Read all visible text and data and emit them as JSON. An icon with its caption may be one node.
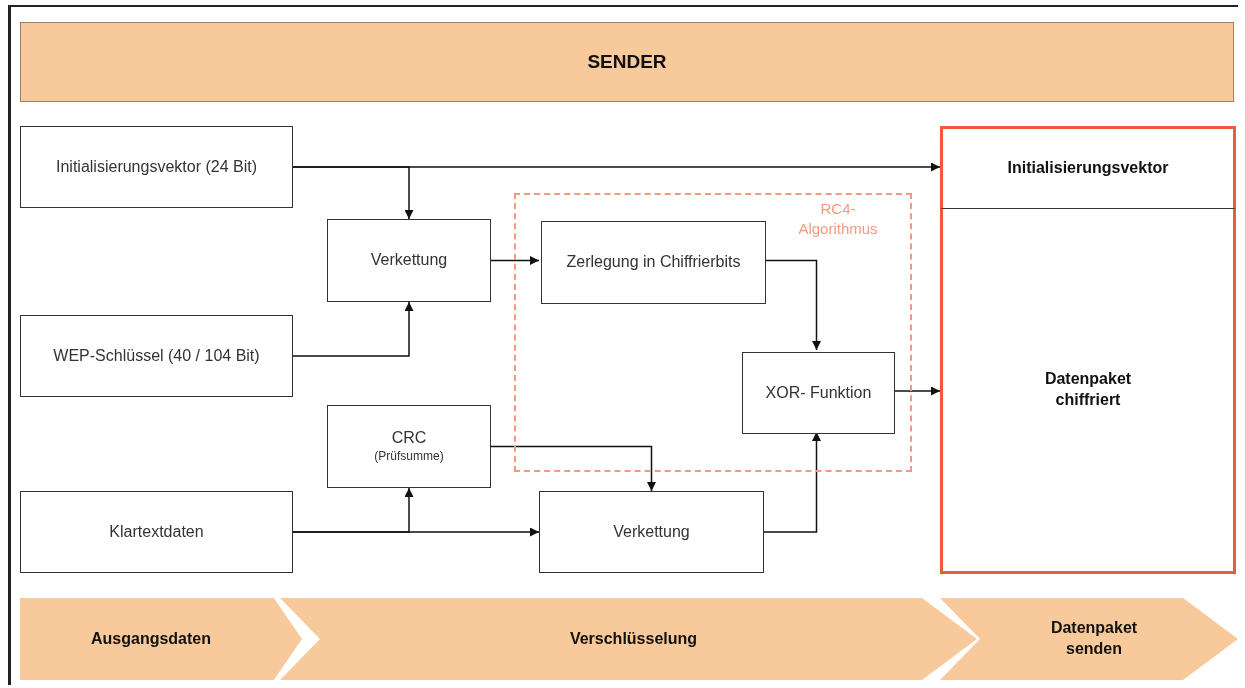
{
  "diagram": {
    "nodes": [
      {
        "text": [
          "SENDER"
        ]
      },
      {
        "text": [
          "Initialisierungsvektor (24 Bit)"
        ]
      },
      {
        "text": [
          "WEP-Schlüssel (40 / 104 Bit)"
        ]
      },
      {
        "text": [
          "Klartextdaten"
        ]
      },
      {
        "text": [
          "RC4- Algorithmus"
        ]
      },
      {
        "text": [
          "Verkettung"
        ]
      },
      {
        "text": [
          "Zerlegung in Chiffrierbits"
        ],
        "in": 4
      },
      {
        "text": [
          "XOR- Funktion"
        ],
        "in": 4
      },
      {
        "text": [
          "CRC",
          "(Prüfsumme)"
        ]
      },
      {
        "text": [
          "Verkettung"
        ]
      },
      {
        "text": [
          "Initialisierungsvektor"
        ]
      },
      {
        "text": [
          "Datenpaket chiffriert"
        ]
      },
      {
        "text": [
          "Ausgangsdaten"
        ]
      },
      {
        "text": [
          "Verschlüsselung"
        ]
      },
      {
        "text": [
          "Datenpaket senden"
        ]
      }
    ],
    "edges": [
      {
        "from": 1,
        "to": 10,
        "arrow": "to"
      },
      {
        "from": 1,
        "to": 5,
        "arrow": "to"
      },
      {
        "from": 2,
        "to": 5,
        "arrow": "to"
      },
      {
        "from": 5,
        "to": 6,
        "arrow": "to"
      },
      {
        "from": 6,
        "to": 7,
        "arrow": "to"
      },
      {
        "from": 8,
        "to": 9,
        "arrow": "to"
      },
      {
        "from": 3,
        "to": 8,
        "arrow": "to"
      },
      {
        "from": 3,
        "to": 9,
        "arrow": "to"
      },
      {
        "from": 9,
        "to": 7,
        "arrow": "to"
      },
      {
        "from": 7,
        "to": 11,
        "arrow": "to"
      }
    ]
  }
}
